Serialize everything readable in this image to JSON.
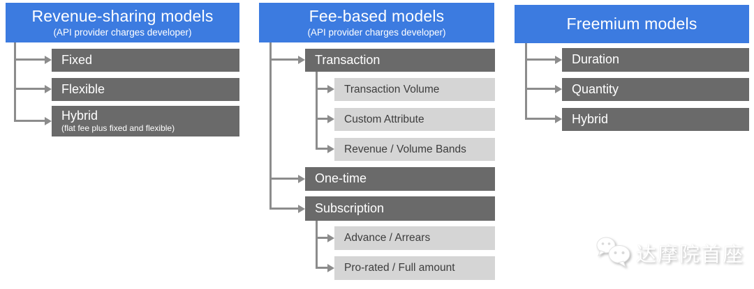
{
  "colors": {
    "header_blue": "#3c7be0",
    "dark_gray": "#6a6a6a",
    "light_gray": "#d5d5d5",
    "connector": "#8c8c8c"
  },
  "columns": [
    {
      "title": "Revenue-sharing models",
      "subtitle": "(API provider charges developer)",
      "children": [
        {
          "label": "Fixed"
        },
        {
          "label": "Flexible"
        },
        {
          "label": "Hybrid",
          "note": "(flat fee plus fixed and flexible)"
        }
      ]
    },
    {
      "title": "Fee-based models",
      "subtitle": "(API provider charges developer)",
      "children": [
        {
          "label": "Transaction",
          "children": [
            {
              "label": "Transaction Volume"
            },
            {
              "label": "Custom Attribute"
            },
            {
              "label": "Revenue / Volume Bands"
            }
          ]
        },
        {
          "label": "One-time"
        },
        {
          "label": "Subscription",
          "children": [
            {
              "label": "Advance / Arrears"
            },
            {
              "label": "Pro-rated / Full amount"
            }
          ]
        }
      ]
    },
    {
      "title": "Freemium models",
      "subtitle": "",
      "children": [
        {
          "label": "Duration"
        },
        {
          "label": "Quantity"
        },
        {
          "label": "Hybrid"
        }
      ]
    }
  ],
  "watermark": {
    "text": "达摩院首座",
    "icon": "wechat-icon"
  }
}
